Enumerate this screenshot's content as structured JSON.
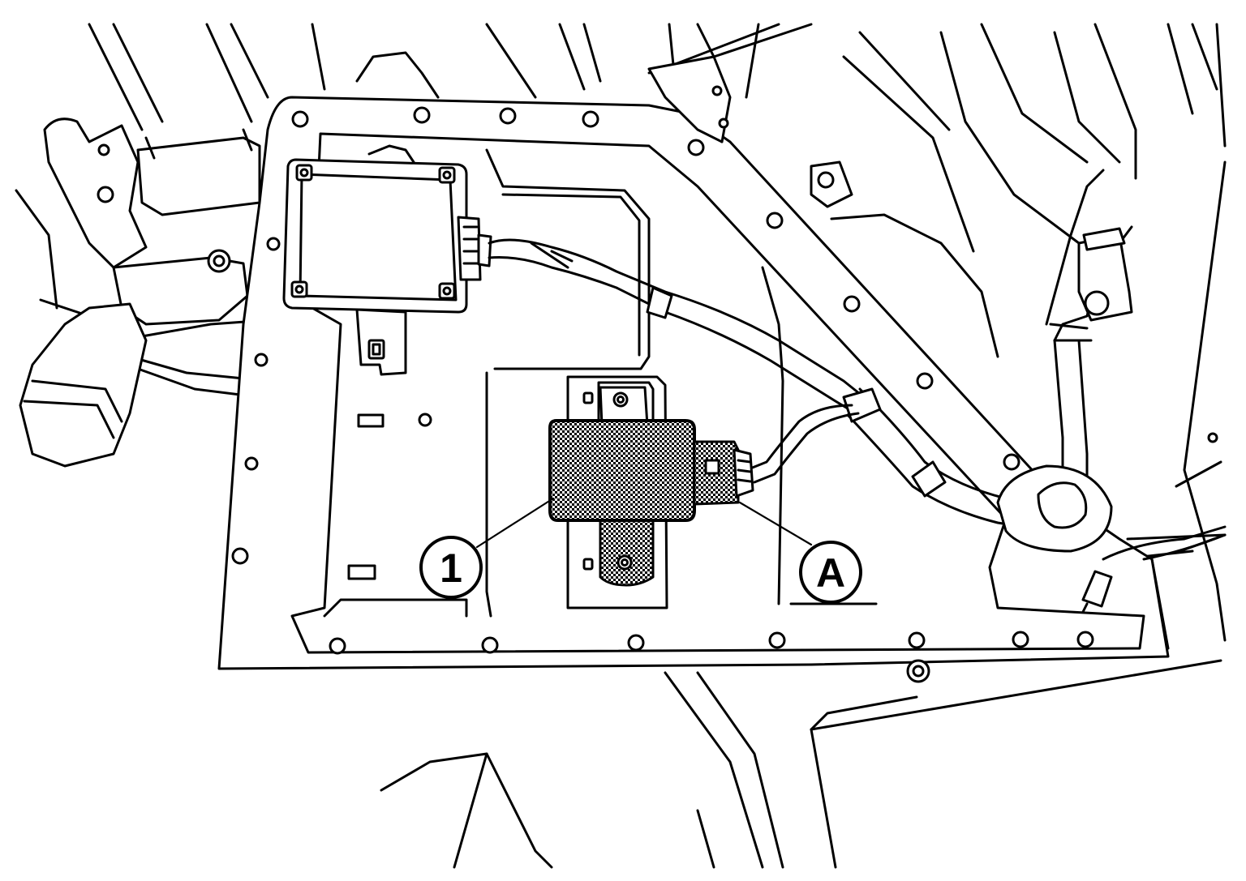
{
  "figure": {
    "callouts": [
      {
        "id": "part-1",
        "label": "1"
      },
      {
        "id": "connector-a",
        "label": "A"
      }
    ]
  }
}
